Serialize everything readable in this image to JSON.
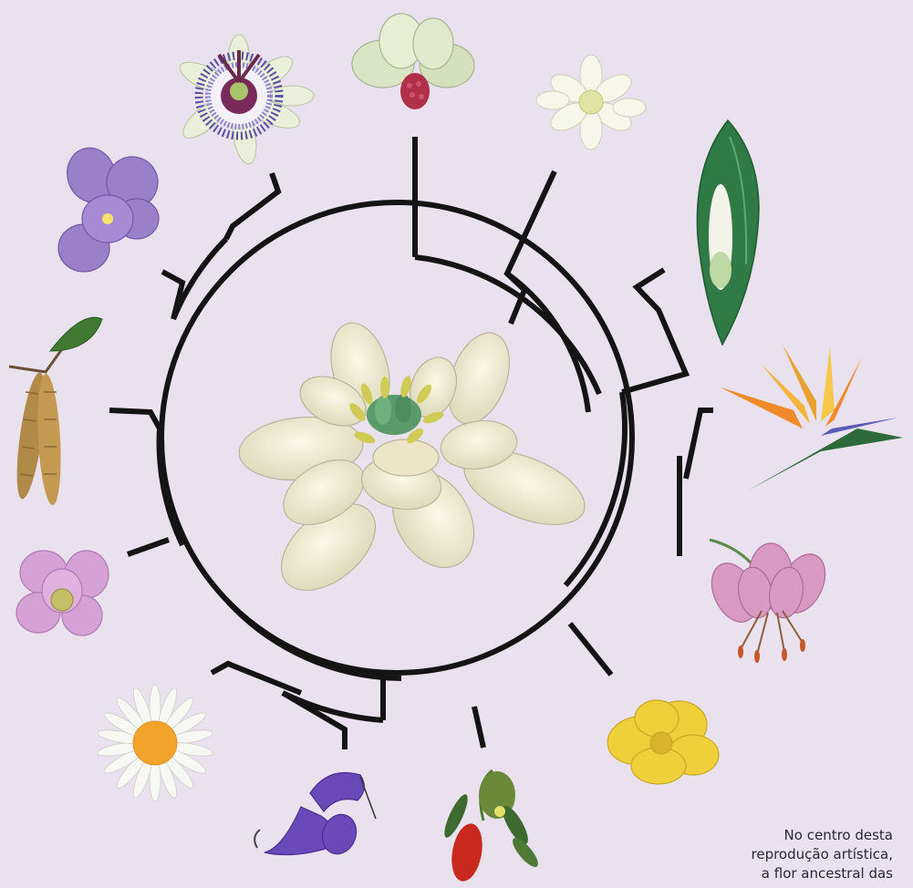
{
  "figure": {
    "background": "#e9e1ee",
    "tree_color": "#141414"
  },
  "flowers": [
    {
      "id": "ancestral",
      "icon": "ancestral-flower-icon"
    },
    {
      "id": "passion",
      "icon": "passion-flower-icon"
    },
    {
      "id": "magnolia",
      "icon": "magnolia-flower-icon"
    },
    {
      "id": "star-anise",
      "icon": "white-star-flower-icon"
    },
    {
      "id": "calla",
      "icon": "calla-spathe-icon"
    },
    {
      "id": "bird-of-paradise",
      "icon": "bird-of-paradise-icon"
    },
    {
      "id": "lily",
      "icon": "pink-lily-icon"
    },
    {
      "id": "buttercup",
      "icon": "buttercup-icon"
    },
    {
      "id": "orchid",
      "icon": "red-orchid-icon"
    },
    {
      "id": "salvia",
      "icon": "purple-salvia-icon"
    },
    {
      "id": "daisy",
      "icon": "daisy-icon"
    },
    {
      "id": "geranium",
      "icon": "pink-geranium-icon"
    },
    {
      "id": "catkin",
      "icon": "birch-catkin-icon"
    },
    {
      "id": "violet",
      "icon": "violet-pansy-icon"
    }
  ],
  "caption": {
    "line1": "No centro desta",
    "line2": "reprodução artística,",
    "line3": "a flor ancestral das"
  }
}
